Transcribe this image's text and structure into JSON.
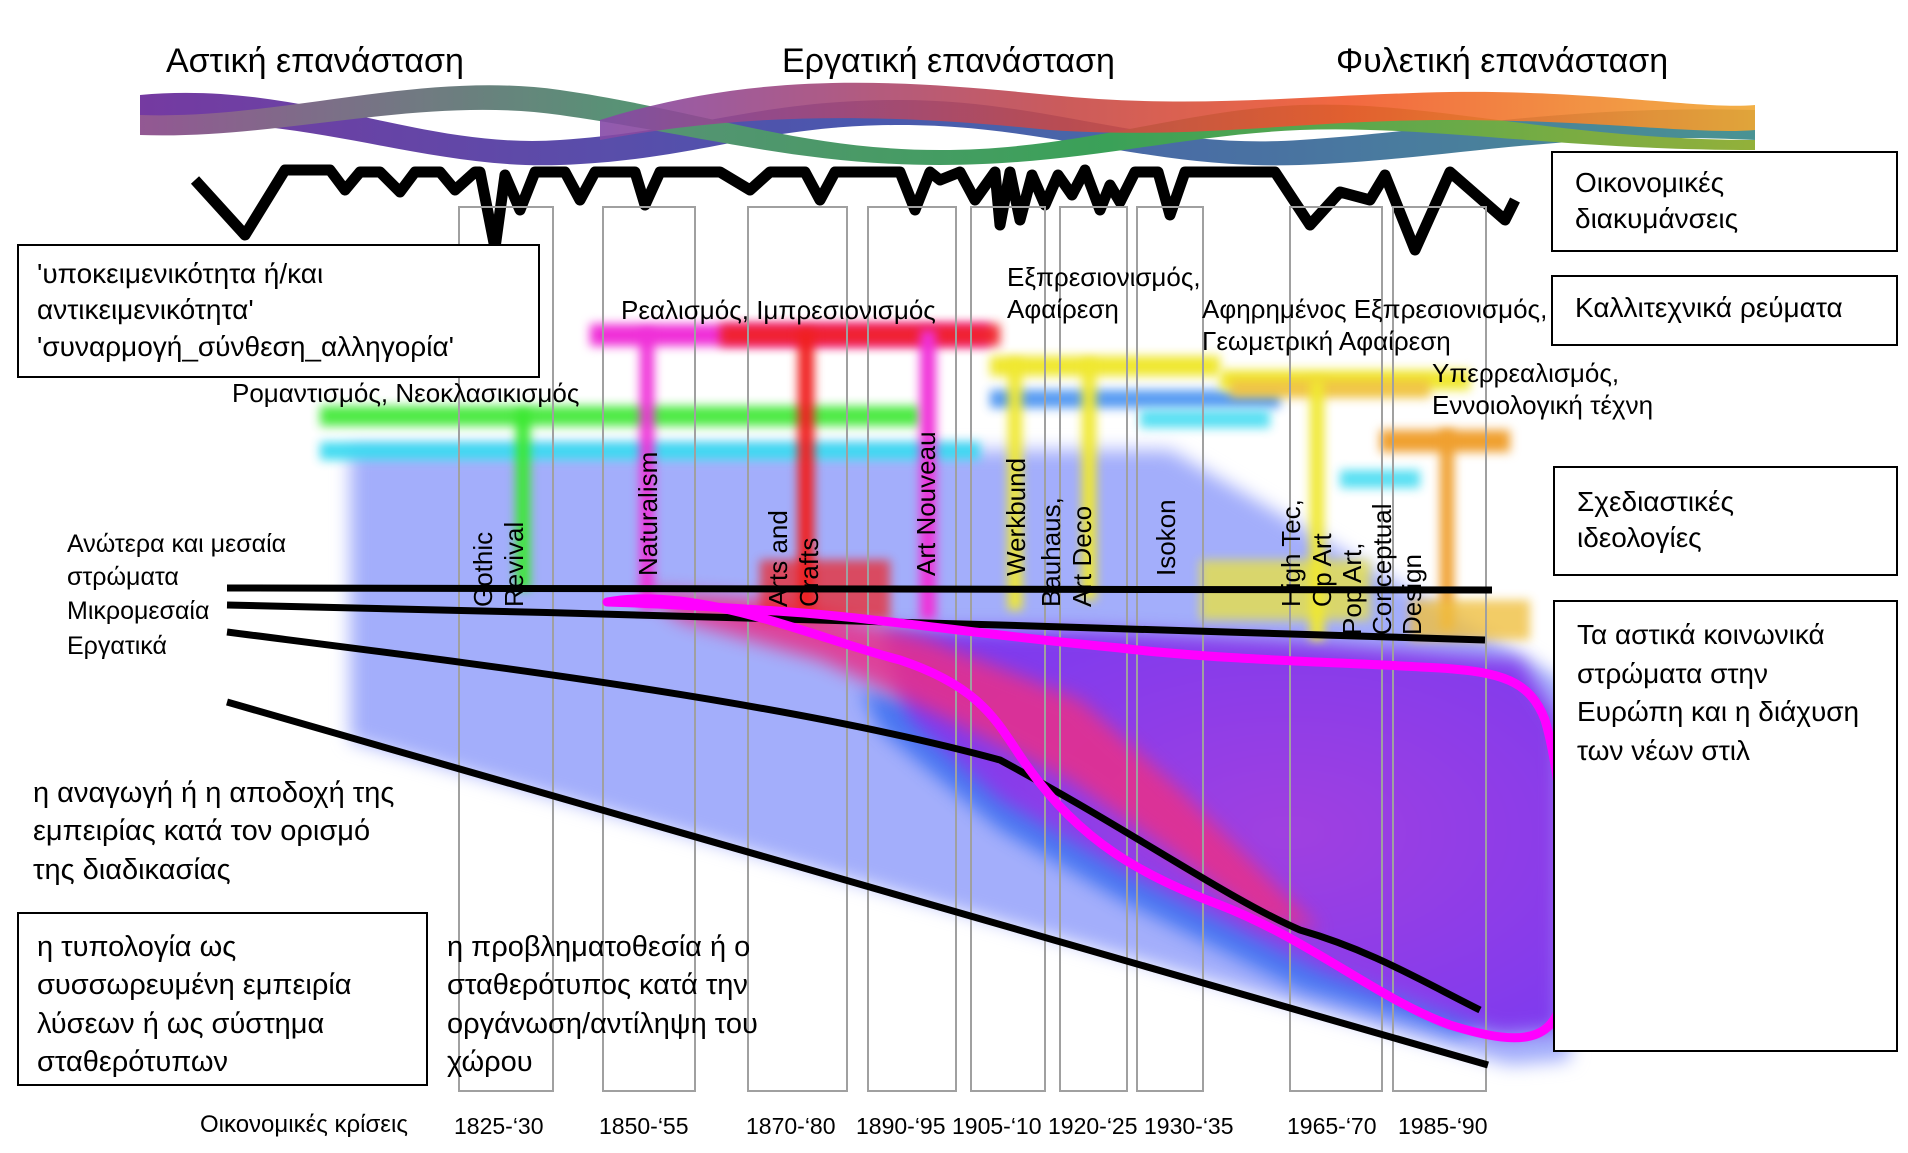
{
  "revolutions": [
    "Αστική επανάσταση",
    "Εργατική  επανάσταση",
    "Φυλετική επανάσταση"
  ],
  "right_boxes": {
    "economic": "Οικονομικές\nδιακυμάνσεις",
    "art_movements": "Καλλιτεχνικά ρεύματα",
    "design_ideologies": "Σχεδιαστικές\nιδεολογίες",
    "social_strata": "Τα αστικά κοινωνικά\nστρώματα στην\nΕυρώπη και η διάχυση\nτων νέων στιλ"
  },
  "left_box": "'υποκειμενικότητα ή/και\nαντικειμενικότητα'\n'συναρμογή_σύνθεση_αλληγορία'",
  "movements": {
    "romanticism": "Ρομαντισμός, Νεοκλασικισμός",
    "realism": "Ρεαλισμός, Ιμπρεσιονισμός",
    "expressionism": "Εξπρεσιονισμός,\nΑφαίρεση",
    "abstract_expressionism": "Αφηρημένος Εξπρεσιονισμός,\nΓεωμετρική Αφαίρεση",
    "surrealism": "Υπερρεαλισμός,\nΕννοιολογική τέχνη"
  },
  "styles": [
    "Gothic\nRevival",
    "Naturalism",
    "Arts and\nCrafts",
    "Art Nouveau",
    "Werkbund",
    "Bauhaus,\nArt Deco",
    "Isokon",
    "High Tec,\nOp Art",
    "Pop Art,\nConceptual\nDesign"
  ],
  "strata": {
    "upper": "Ανώτερα και μεσαία\nστρώματα",
    "lower_middle": "Μικρομεσαία",
    "working": "Εργατικά"
  },
  "notes": {
    "experience": "η αναγωγή ή η αποδοχή της\nεμπειρίας κατά τον ορισμό\nτης διαδικασίας",
    "typology": "η τυπολογία ως\nσυσσωρευμένη εμπειρία\nλύσεων ή ως σύστημα\nσταθερότυπων",
    "problem": "η προβληματοθεσία ή ο\nσταθερότυπος κατά την\nοργάνωση/αντίληψη του\nχώρου"
  },
  "crises": {
    "label": "Οικονομικές κρίσεις",
    "periods": [
      "1825-‘30",
      "1850-‘55",
      "1870-‘80",
      "1890-‘95",
      "1905-‘10",
      "1920-‘25",
      "1930-‘35",
      "1965-‘70",
      "1985-‘90"
    ]
  }
}
